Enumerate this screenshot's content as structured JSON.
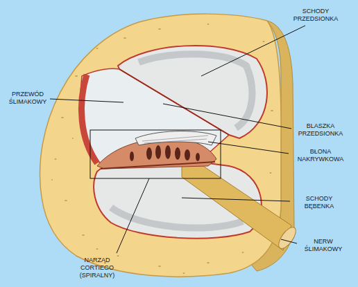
{
  "diagram": {
    "labels": [
      "SCHODY PRZEDSIONKA",
      "PRZEWÓD ŚLIMAKOWY",
      "BLASZKA PRZEDSIONKA",
      "BŁONA NAKRYWKOWA",
      "SCHODY BĘBENKA",
      "NERW ŚLIMAKOWY",
      "NARZĄD CORTIEGO (SPIRALNY)"
    ]
  }
}
